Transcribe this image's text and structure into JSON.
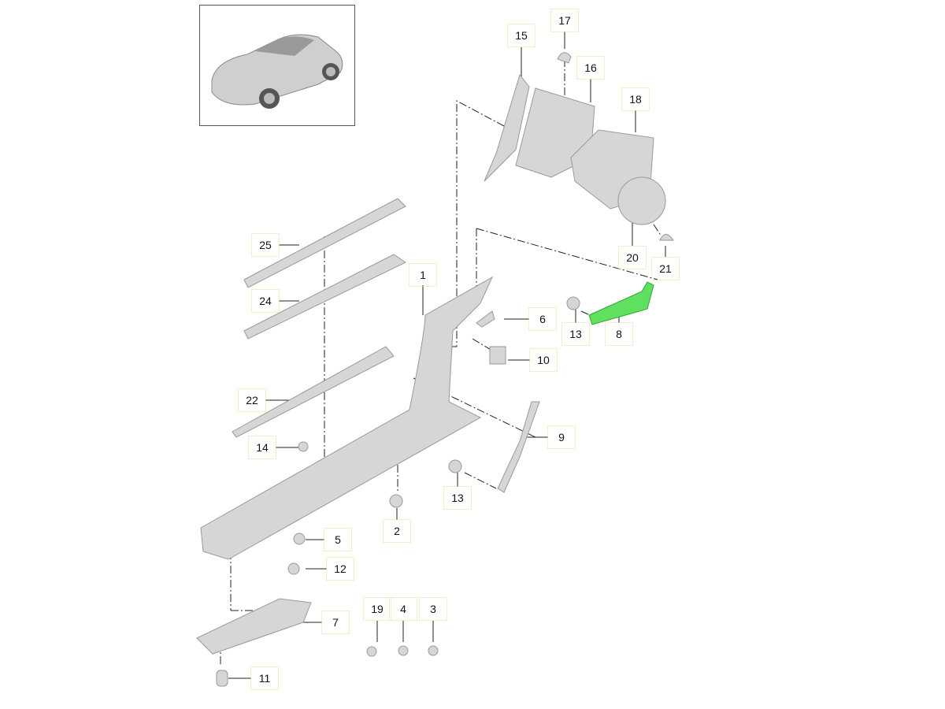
{
  "diagram": {
    "highlight_color": "#5fe05f",
    "part_color": "#d6d6d6",
    "labels": {
      "p15": "15",
      "p17": "17",
      "p16": "16",
      "p18": "18",
      "p20": "20",
      "p21": "21",
      "p25": "25",
      "p24": "24",
      "p1": "1",
      "p6": "6",
      "p13a": "13",
      "p8": "8",
      "p10": "10",
      "p22": "22",
      "p9": "9",
      "p14": "14",
      "p13b": "13",
      "p2": "2",
      "p5": "5",
      "p12": "12",
      "p7": "7",
      "p19": "19",
      "p4": "4",
      "p3": "3",
      "p11": "11"
    }
  }
}
